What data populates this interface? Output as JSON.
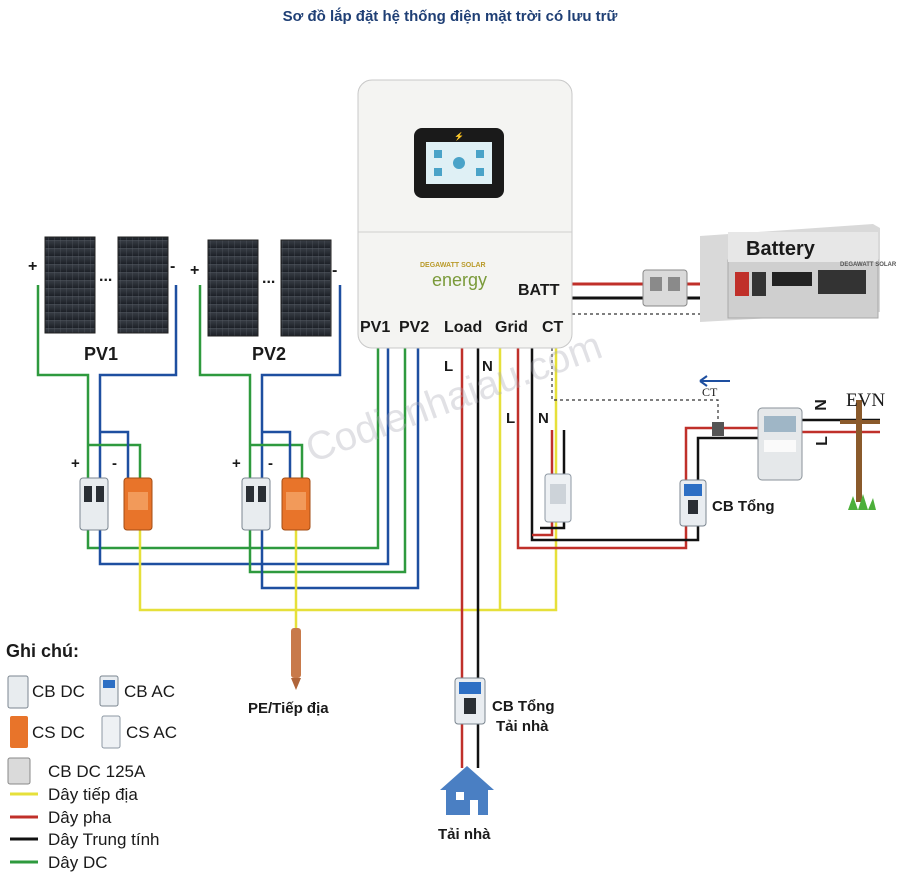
{
  "title": "Sơ đồ lắp đặt hệ thống điện mặt trời có lưu trữ",
  "watermark": "Codienhaiau.com",
  "inverter": {
    "brand_small": "DEGAWATT SOLAR",
    "brand": "energy",
    "ports": [
      "PV1",
      "PV2",
      "Load",
      "Grid",
      "CT"
    ],
    "batt_label": "BATT"
  },
  "battery": {
    "label": "Battery",
    "brand": "DEGAWATT SOLAR"
  },
  "panels": {
    "pv1_label": "PV1",
    "pv2_label": "PV2",
    "plus": "+",
    "minus": "-",
    "dots": "..."
  },
  "wires": {
    "L": "L",
    "N": "N"
  },
  "ct_label": "CT",
  "evn": {
    "label": "EVN",
    "N": "N",
    "L": "L"
  },
  "cb_tong": "CB Tổng",
  "cb_tong_tai": [
    "CB Tổng",
    "Tải nhà"
  ],
  "pe_label": "PE/Tiếp địa",
  "tai_nha": "Tải nhà",
  "legend": {
    "title": "Ghi chú:",
    "cb_dc": "CB DC",
    "cb_ac": "CB AC",
    "cs_dc": "CS DC",
    "cs_ac": "CS AC",
    "cb_dc125": "CB DC 125A",
    "lines": [
      {
        "label": "Dây tiếp địa",
        "color": "#e6e03a"
      },
      {
        "label": "Dây pha",
        "color": "#c0302a"
      },
      {
        "label": "Dây Trung tính",
        "color": "#111111"
      },
      {
        "label": "Dây DC",
        "color": "#2e9a3e"
      }
    ]
  },
  "colors": {
    "dc_pos": "#2e9a3e",
    "dc_neg": "#1e4fa0",
    "phase": "#c0302a",
    "neutral": "#111111",
    "earth": "#e6e03a",
    "title": "#1f3f75"
  }
}
